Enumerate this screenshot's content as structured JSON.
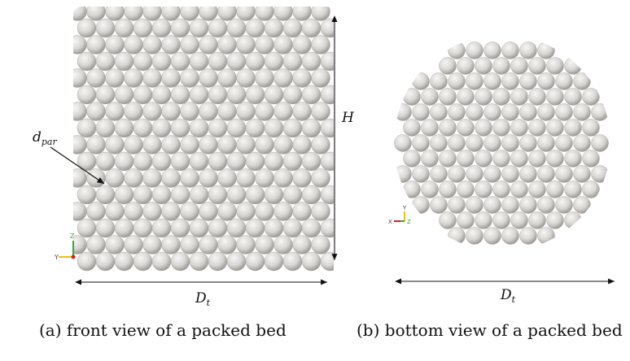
{
  "figure": {
    "panel_a": {
      "caption": "(a) front view of a packed bed",
      "label_dpar": "d",
      "label_dpar_sub": "par",
      "label_H": "H",
      "label_Dt": "D",
      "label_Dt_sub": "t",
      "axis_y": "Y",
      "axis_z": "Z"
    },
    "panel_b": {
      "caption": "(b) bottom view of a packed bed",
      "label_Dt": "D",
      "label_Dt_sub": "t",
      "axis_x": "X",
      "axis_y": "Y",
      "axis_z": "Z"
    }
  },
  "colors": {
    "sphere_fill": "#d7d5d2",
    "sphere_shadow": "#8e8b87",
    "line": "#111111",
    "axis_red": "#d8201c",
    "axis_green": "#2fae2f",
    "axis_yellow": "#e6c21d"
  }
}
